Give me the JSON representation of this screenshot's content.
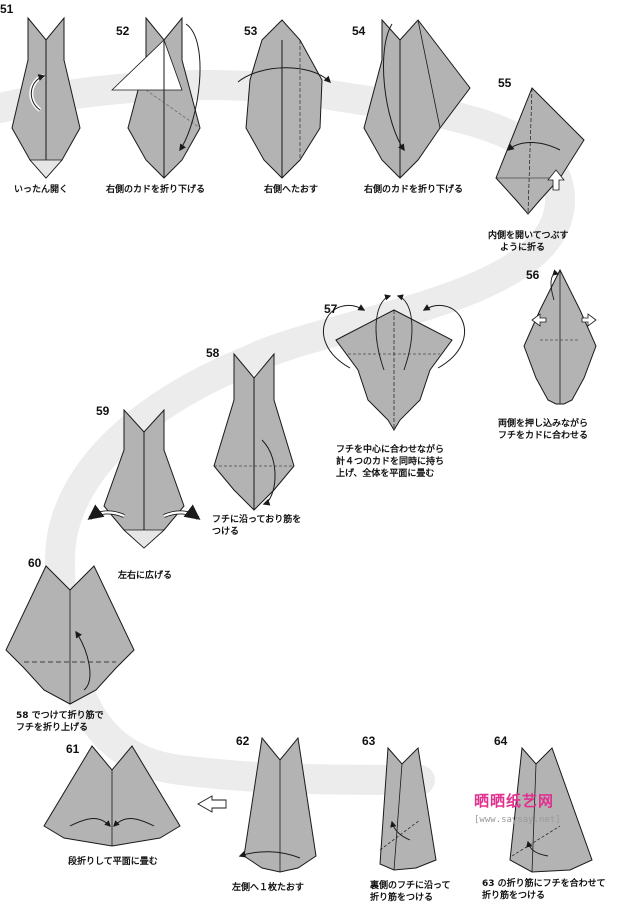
{
  "steps": [
    {
      "number": "51",
      "caption": [
        "いったん開く"
      ]
    },
    {
      "number": "52",
      "caption": [
        "右側のカドを折り下げる"
      ]
    },
    {
      "number": "53",
      "caption": [
        "右側へたおす"
      ]
    },
    {
      "number": "54",
      "caption": [
        "右側のカドを折り下げる"
      ]
    },
    {
      "number": "55",
      "caption": [
        "内側を開いてつぶす",
        "ように折る"
      ]
    },
    {
      "number": "56",
      "caption": [
        "両側を押し込みながら",
        "フチをカドに合わせる"
      ]
    },
    {
      "number": "57",
      "caption": [
        "フチを中心に合わせながら",
        "計４つのカドを同時に持ち",
        "上げ、全体を平面に畳む"
      ]
    },
    {
      "number": "58",
      "caption": [
        "フチに沿っており筋を",
        "つける"
      ]
    },
    {
      "number": "59",
      "caption": [
        "左右に広げる"
      ]
    },
    {
      "number": "60",
      "caption": [
        "58 でつけて折り筋で",
        "フチを折り上げる"
      ]
    },
    {
      "number": "61",
      "caption": [
        "段折りして平面に畳む"
      ]
    },
    {
      "number": "62",
      "caption": [
        "左側へ１枚たおす"
      ]
    },
    {
      "number": "63",
      "caption": [
        "裏側のフチに沿って",
        "折り筋をつける"
      ]
    },
    {
      "number": "64",
      "caption": [
        "63 の折り筋にフチを合わせて",
        "折り筋をつける"
      ]
    }
  ],
  "watermark": {
    "logo": "晒晒纸艺网",
    "url": "[www.saysay.net]",
    "color": "#e0318f"
  },
  "colors": {
    "paper": "#b3b3b3",
    "paper_dark": "#8c8c8c",
    "path_band": "#ececec",
    "line": "#1a1a1a"
  }
}
